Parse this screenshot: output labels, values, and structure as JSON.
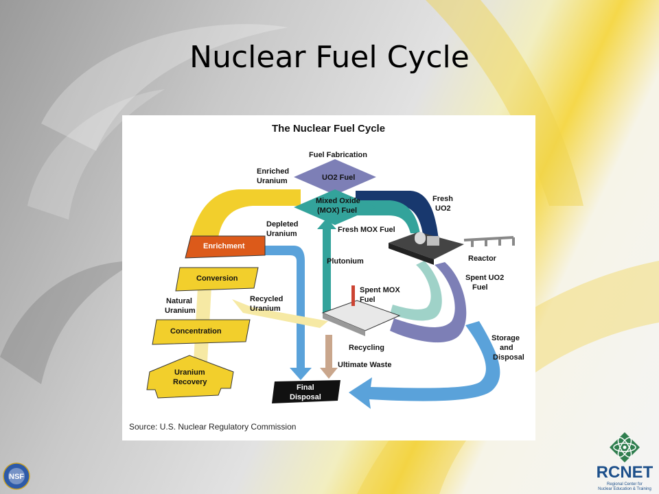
{
  "slide": {
    "title": "Nuclear Fuel Cycle"
  },
  "figure": {
    "title": "The Nuclear Fuel Cycle",
    "source": "Source: U.S. Nuclear Regulatory Commission",
    "labels": {
      "fuel_fabrication": "Fuel Fabrication",
      "uo2_fuel": "UO2 Fuel",
      "mox_line1": "Mixed Oxide",
      "mox_line2": "(MOX) Fuel",
      "enriched_line1": "Enriched",
      "enriched_line2": "Uranium",
      "fresh_line1": "Fresh",
      "fresh_line2": "UO2",
      "depleted_line1": "Depleted",
      "depleted_line2": "Uranium",
      "fresh_mox": "Fresh MOX Fuel",
      "enrichment": "Enrichment",
      "plutonium": "Plutonium",
      "reactor": "Reactor",
      "conversion": "Conversion",
      "spent_uo2_line1": "Spent UO2",
      "spent_uo2_line2": "Fuel",
      "spent_mox_line1": "Spent MOX",
      "spent_mox_line2": "Fuel",
      "natural_line1": "Natural",
      "natural_line2": "Uranium",
      "recycled_line1": "Recycled",
      "recycled_line2": "Uranium",
      "concentration": "Concentration",
      "recycling": "Recycling",
      "storage_line1": "Storage",
      "storage_line2": "and",
      "storage_line3": "Disposal",
      "ultimate_waste": "Ultimate Waste",
      "uranium_recovery_line1": "Uranium",
      "uranium_recovery_line2": "Recovery",
      "final_line1": "Final",
      "final_line2": "Disposal"
    },
    "colors": {
      "yellow": "#f2cf2c",
      "light_yellow": "#f6e9a4",
      "orange": "#dc5a1a",
      "blue": "#5aa2da",
      "navy": "#18386e",
      "teal": "#33a39b",
      "light_teal": "#9fd2c8",
      "lavender": "#7d7fb6",
      "black": "#111111",
      "brown": "#c9a68c"
    }
  },
  "logos": {
    "nsf": "NSF",
    "rcnet_name": "RCNET",
    "rcnet_sub_line1": "Regional Center for",
    "rcnet_sub_line2": "Nuclear Education & Training"
  }
}
